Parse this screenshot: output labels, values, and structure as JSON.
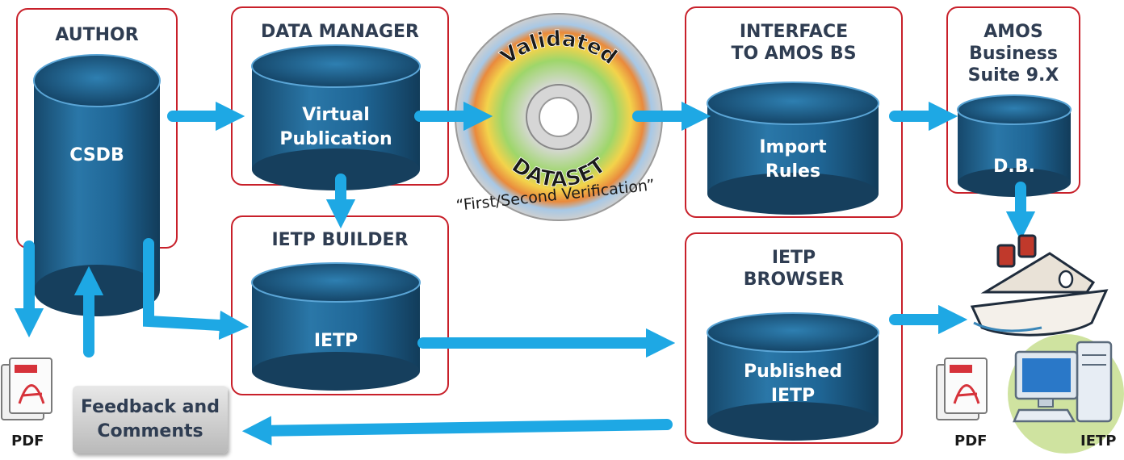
{
  "boxes": {
    "author": {
      "title": "AUTHOR",
      "db": "CSDB"
    },
    "data_manager": {
      "title": "DATA MANAGER",
      "db": "Virtual\nPublication"
    },
    "ietp_builder": {
      "title": "IETP BUILDER",
      "db": "IETP"
    },
    "interface": {
      "title": "INTERFACE\nTO AMOS BS",
      "db": "Import\nRules"
    },
    "amos": {
      "title": "AMOS\nBusiness\nSuite 9.X",
      "db": "D.B."
    },
    "ietp_browser": {
      "title": "IETP\nBROWSER",
      "db": "Published\nIETP"
    }
  },
  "disc": {
    "top_text": "Validated",
    "bottom_text": "DATASET",
    "caption": "“First/Second Verification”"
  },
  "feedback_label": "Feedback and\nComments",
  "outputs": {
    "pdf_left": "PDF",
    "pdf_right": "PDF",
    "ietp": "IETP"
  },
  "colors": {
    "box_border": "#c8202a",
    "arrow": "#1ea8e4",
    "cylinder": "#1f5d86",
    "title_text": "#2f3d52"
  },
  "icons": [
    "pdf-document-icon",
    "ship-icon",
    "computer-icon",
    "cd-disc-icon"
  ]
}
